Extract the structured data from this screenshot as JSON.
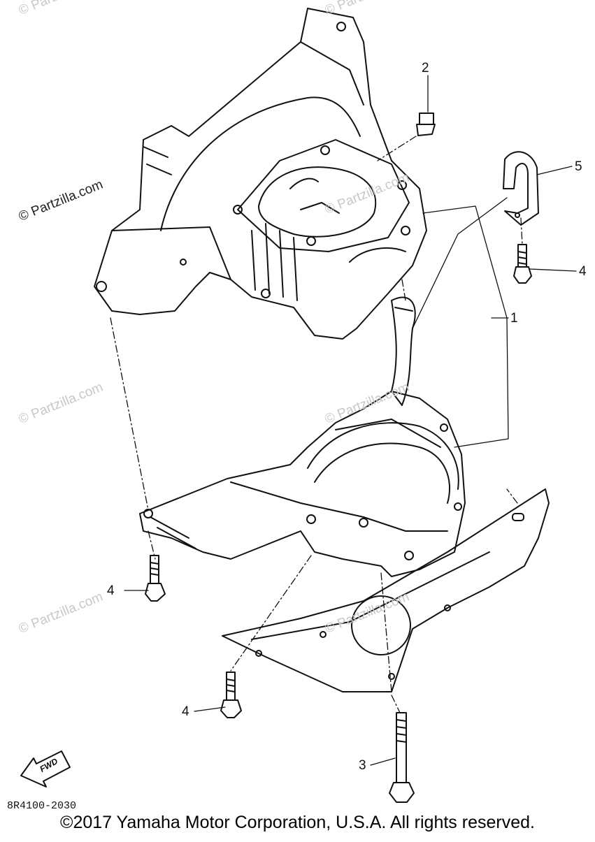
{
  "watermark": {
    "text": "© Partzilla.com"
  },
  "callouts": {
    "c1": "1",
    "c2": "2",
    "c3": "3",
    "c4a": "4",
    "c4b": "4",
    "c4c": "4",
    "c5": "5"
  },
  "icons": {
    "fwd_arrow": "forward-direction-arrow-icon",
    "fwd_label": "FWD"
  },
  "footer": {
    "diagram_code": "8R4100-2030",
    "copyright": "©2017  Yamaha Motor Corporation, U.S.A. All rights reserved."
  },
  "colors": {
    "line": "#111111",
    "watermark": "#c8c8c8"
  }
}
